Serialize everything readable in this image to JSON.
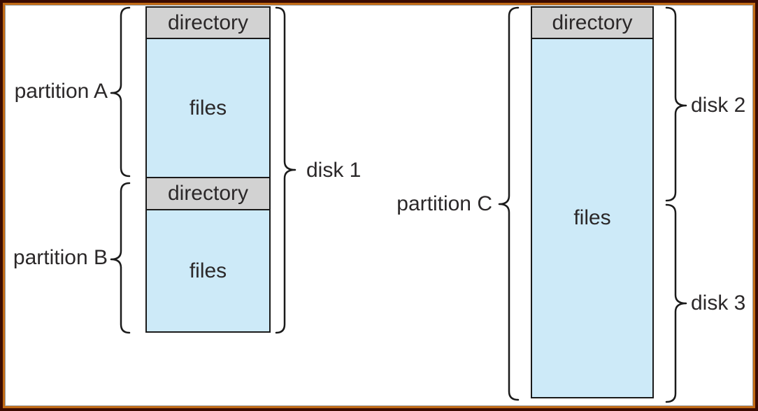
{
  "colors": {
    "frame_dark": "#3a0b02",
    "frame_orange": "#c26b16",
    "directory_fill": "#d2d2d2",
    "files_fill": "#cdeaf8",
    "box_border": "#1a1a1a",
    "text": "#2b2829"
  },
  "disk1_stack": {
    "cells": [
      {
        "kind": "directory",
        "label": "directory"
      },
      {
        "kind": "files",
        "label": "files"
      },
      {
        "kind": "directory",
        "label": "directory"
      },
      {
        "kind": "files",
        "label": "files"
      }
    ]
  },
  "disk23_stack": {
    "cells": [
      {
        "kind": "directory",
        "label": "directory"
      },
      {
        "kind": "files",
        "label": "files"
      }
    ]
  },
  "annotations": {
    "partition_a": "partition A",
    "partition_b": "partition B",
    "partition_c": "partition C",
    "disk_1": "disk 1",
    "disk_2": "disk 2",
    "disk_3": "disk 3"
  }
}
